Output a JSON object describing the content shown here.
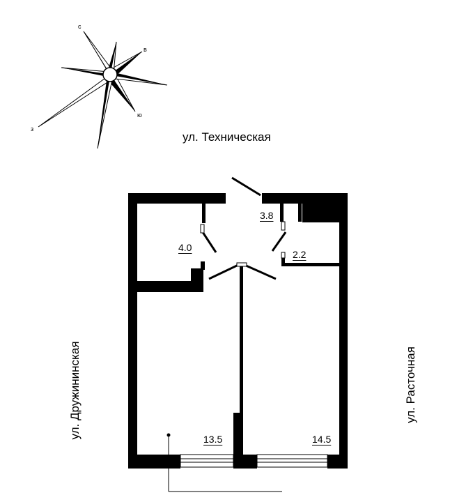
{
  "compass": {
    "north": "с",
    "east": "в",
    "south": "ю",
    "west": "з"
  },
  "streets": {
    "top": "ул. Техническая",
    "left": "ул. Дружининская",
    "right": "ул. Расточная"
  },
  "rooms": [
    {
      "id": "bathroom",
      "area": "4.0"
    },
    {
      "id": "hall",
      "area": "3.8"
    },
    {
      "id": "storage",
      "area": "2.2"
    },
    {
      "id": "kitchen-living",
      "area": "13.5"
    },
    {
      "id": "bedroom",
      "area": "14.5"
    }
  ],
  "colors": {
    "wall": "#000000",
    "background": "#ffffff"
  }
}
